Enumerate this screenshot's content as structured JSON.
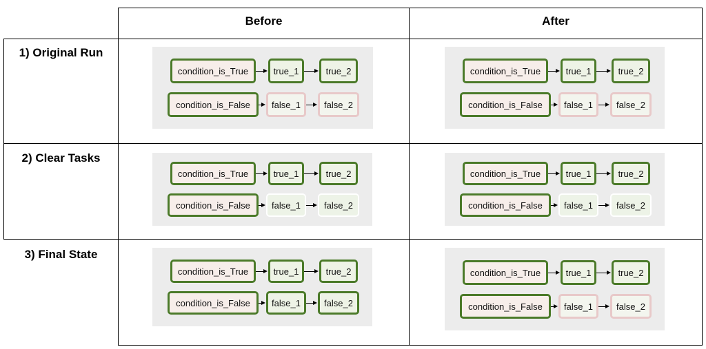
{
  "headers": {
    "before": "Before",
    "after": "After"
  },
  "rows": [
    {
      "label": "1) Original Run"
    },
    {
      "label": "2) Clear Tasks"
    },
    {
      "label": "3) Final State"
    }
  ],
  "node_labels": {
    "cond_true": "condition_is_True",
    "true_1": "true_1",
    "true_2": "true_2",
    "cond_false": "condition_is_False",
    "false_1": "false_1",
    "false_2": "false_2"
  },
  "panels": [
    {
      "row": 0,
      "col": "before",
      "states": {
        "false_1": "skipped",
        "false_2": "skipped"
      }
    },
    {
      "row": 0,
      "col": "after",
      "states": {
        "false_1": "skipped",
        "false_2": "skipped"
      }
    },
    {
      "row": 1,
      "col": "before",
      "states": {
        "false_1": "none",
        "false_2": "none"
      }
    },
    {
      "row": 1,
      "col": "after",
      "states": {
        "false_1": "none",
        "false_2": "none"
      }
    },
    {
      "row": 2,
      "col": "before",
      "states": {
        "false_1": "success",
        "false_2": "success"
      }
    },
    {
      "row": 2,
      "col": "after",
      "states": {
        "false_1": "skipped",
        "false_2": "skipped"
      }
    }
  ],
  "colors": {
    "success_border": "#4b7a29",
    "skipped_border": "#e8c9c9",
    "panel_background": "#ececec"
  }
}
